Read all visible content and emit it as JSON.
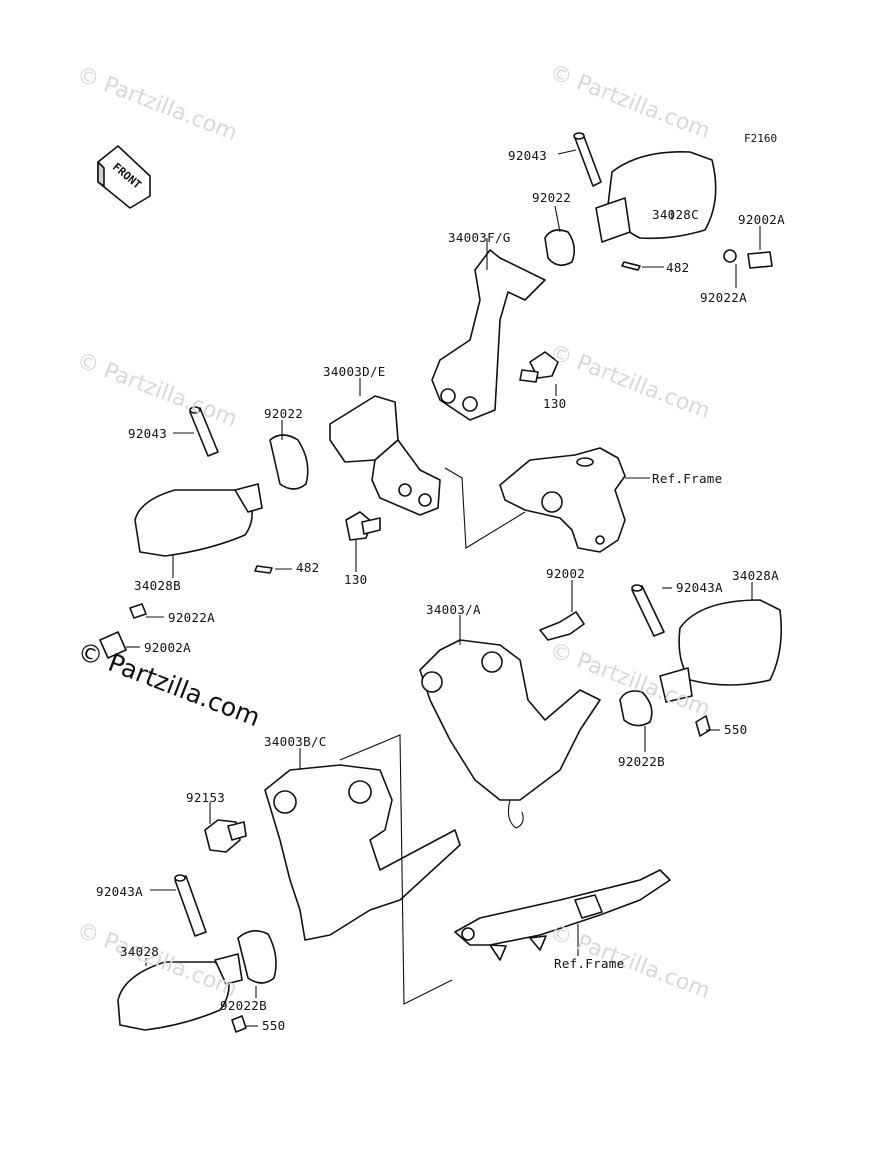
{
  "figure_code": "F2160",
  "front_arrow_label": "FRONT",
  "watermark_text": "© Partzilla.com",
  "watermark_main": "© Partzilla.com",
  "labels": {
    "p92043_top": "92043",
    "p92022_top": "92022",
    "p34003FG": "34003F/G",
    "p34028C": "34028C",
    "p482_top": "482",
    "p92002A_top": "92002A",
    "p92022A_top": "92022A",
    "p130_top": "130",
    "p34003DE": "34003D/E",
    "p92022_left": "92022",
    "p92043_left": "92043",
    "p34028B": "34028B",
    "p482_left": "482",
    "p130_left": "130",
    "ref_frame_top": "Ref.Frame",
    "p92002": "92002",
    "p92043A_right": "92043A",
    "p34028A": "34028A",
    "p92022A_left": "92022A",
    "p92002A_left": "92002A",
    "p34003A": "34003/A",
    "p550_right": "550",
    "p92022B_right": "92022B",
    "p34003BC": "34003B/C",
    "p92153": "92153",
    "p92043A_left": "92043A",
    "p34028": "34028",
    "p92022B_left": "92022B",
    "p550_left": "550",
    "ref_frame_bottom": "Ref.Frame"
  }
}
